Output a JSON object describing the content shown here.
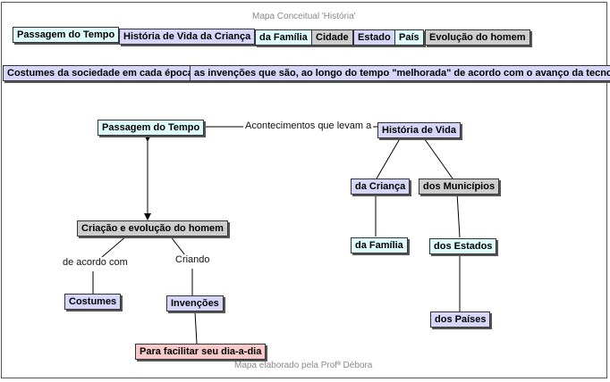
{
  "title": "Mapa Conceitual 'História'",
  "footer": "Mapa elaborado pela Profª Débora",
  "top_row": [
    "Passagem do Tempo",
    "História de Vida da Criança",
    "da Família",
    "Cidade",
    "Estado",
    "País",
    "Evolução do homem"
  ],
  "second_row": [
    "Costumes da sociedade em cada época",
    "as invenções que são, ao longo do tempo \"melhorada\" de acordo com o avanço da tecnologia"
  ],
  "map": {
    "passagem": "Passagem do Tempo",
    "link_acontecimentos": "Acontecimentos que levam a",
    "historia_vida": "História de Vida",
    "da_crianca": "da Criança",
    "dos_municipios": "dos Municípios",
    "da_familia": "da Família",
    "dos_estados": "dos Estados",
    "dos_paises": "dos Países",
    "criacao": "Criação e evolução do homem",
    "link_de_acordo": "de acordo com",
    "link_criando": "Criando",
    "costumes": "Costumes",
    "invencoes": "Invenções",
    "para_facilitar": "Para facilitar seu dia-a-dia"
  },
  "colors": {
    "cyan": "#dffcfc",
    "lavender": "#d6d6f8",
    "grey": "#cdcdcd",
    "pink": "#f7caca"
  }
}
